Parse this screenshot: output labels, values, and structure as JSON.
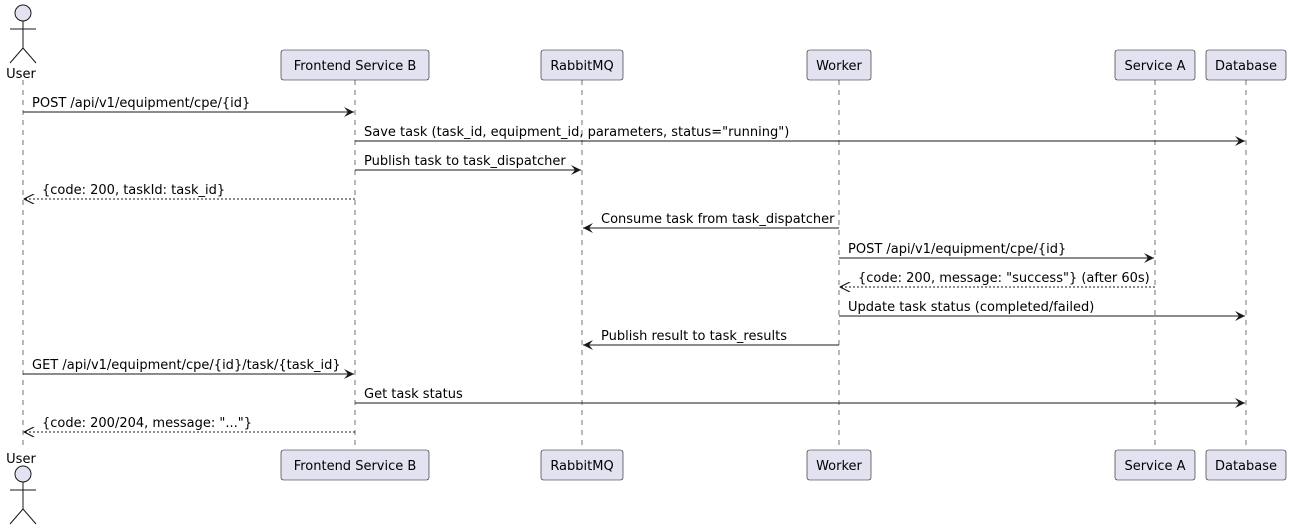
{
  "colors": {
    "box_fill": "#E2E2F0",
    "box_stroke": "#181818",
    "lifeline": "#181818",
    "arrow": "#181818",
    "background": "#FFFFFF"
  },
  "participants": [
    {
      "id": "user",
      "label": "User",
      "kind": "actor"
    },
    {
      "id": "frontend",
      "label": "Frontend Service B",
      "kind": "participant"
    },
    {
      "id": "rabbitmq",
      "label": "RabbitMQ",
      "kind": "participant"
    },
    {
      "id": "worker",
      "label": "Worker",
      "kind": "participant"
    },
    {
      "id": "servicea",
      "label": "Service A",
      "kind": "participant"
    },
    {
      "id": "database",
      "label": "Database",
      "kind": "participant"
    }
  ],
  "messages": [
    {
      "from": "user",
      "to": "frontend",
      "label": "POST /api/v1/equipment/cpe/{id}",
      "style": "solid"
    },
    {
      "from": "frontend",
      "to": "database",
      "label": "Save task (task_id, equipment_id, parameters, status=\"running\")",
      "style": "solid"
    },
    {
      "from": "frontend",
      "to": "rabbitmq",
      "label": "Publish task to task_dispatcher",
      "style": "solid"
    },
    {
      "from": "frontend",
      "to": "user",
      "label": "{code: 200, taskId: task_id}",
      "style": "dashed"
    },
    {
      "from": "worker",
      "to": "rabbitmq",
      "label": "Consume task from task_dispatcher",
      "style": "solid"
    },
    {
      "from": "worker",
      "to": "servicea",
      "label": "POST /api/v1/equipment/cpe/{id}",
      "style": "solid"
    },
    {
      "from": "servicea",
      "to": "worker",
      "label": "{code: 200, message: \"success\"} (after 60s)",
      "style": "dashed"
    },
    {
      "from": "worker",
      "to": "database",
      "label": "Update task status (completed/failed)",
      "style": "solid"
    },
    {
      "from": "worker",
      "to": "rabbitmq",
      "label": "Publish result to task_results",
      "style": "solid"
    },
    {
      "from": "user",
      "to": "frontend",
      "label": "GET /api/v1/equipment/cpe/{id}/task/{task_id}",
      "style": "solid"
    },
    {
      "from": "frontend",
      "to": "database",
      "label": "Get task status",
      "style": "solid"
    },
    {
      "from": "frontend",
      "to": "user",
      "label": "{code: 200/204, message: \"...\"}",
      "style": "dashed"
    }
  ]
}
